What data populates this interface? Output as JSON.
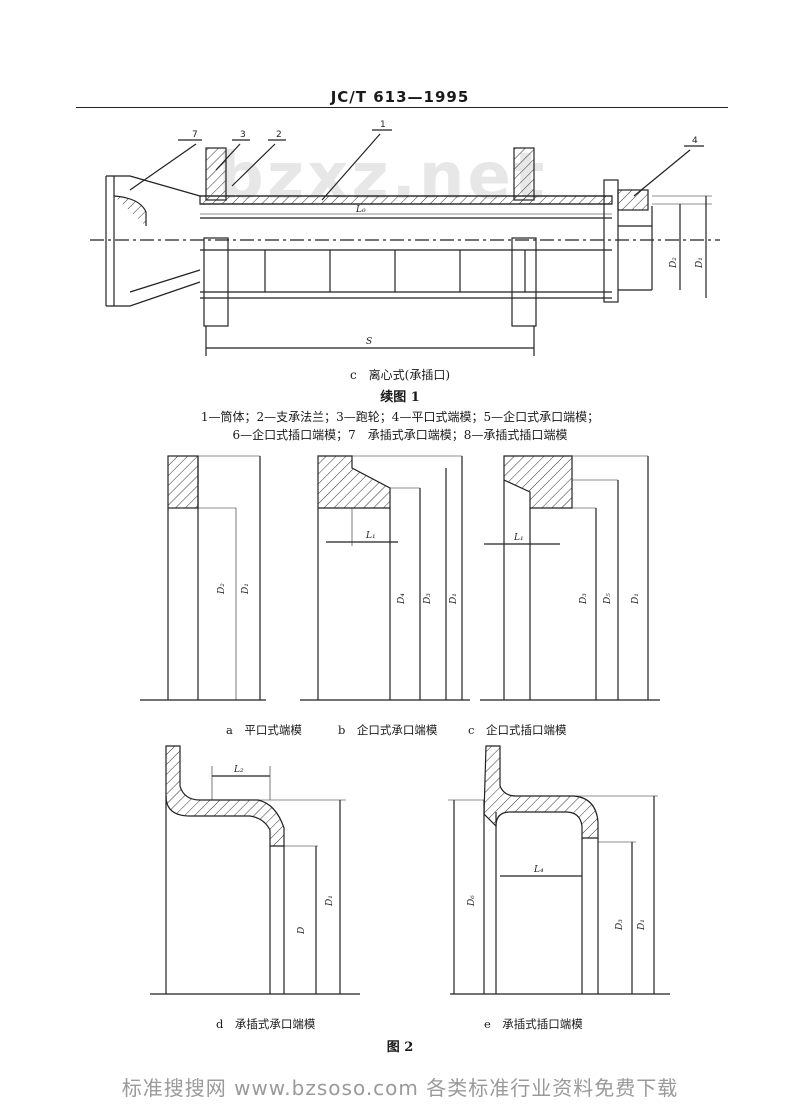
{
  "header": {
    "code": "JC/T 613—1995"
  },
  "watermark": {
    "overlay": "bzxz.net",
    "footer": "标准搜搜网 www.bzsoso.com 各类标准行业资料免费下载"
  },
  "figure1": {
    "sub_caption": "c　离心式(承插口)",
    "title": "续图 1",
    "legend_line1": "1—筒体；2—支承法兰；3—跑轮；4—平口式端模；5—企口式承口端模；",
    "legend_line2": "6—企口式插口端模；7　承插式承口端模；8—承插式插口端模",
    "callouts": [
      "7",
      "3",
      "2",
      "1",
      "4"
    ],
    "dims": {
      "L0": "L₀",
      "S": "S",
      "D2": "D₂",
      "D1": "D₁"
    }
  },
  "figure2": {
    "title": "图 2",
    "captions": {
      "a": "a　平口式端模",
      "b": "b　企口式承口端模",
      "c": "c　企口式插口端模",
      "d": "d　承插式承口端模",
      "e": "e　承插式插口端模"
    },
    "dims": {
      "a_D2": "D₂",
      "a_D1": "D₁",
      "b_L1": "L₁",
      "b_D4": "D₄",
      "b_D3": "D₃",
      "b_D1": "D₁",
      "c_L1": "L₁",
      "c_D3": "D₃",
      "c_D5": "D₅",
      "c_D1": "D₁",
      "d_L2": "L₂",
      "d_D": "D",
      "d_D1": "D₁",
      "e_L4": "L₄",
      "e_D6": "D₆",
      "e_D3": "D₃",
      "e_D1": "D₁"
    }
  }
}
